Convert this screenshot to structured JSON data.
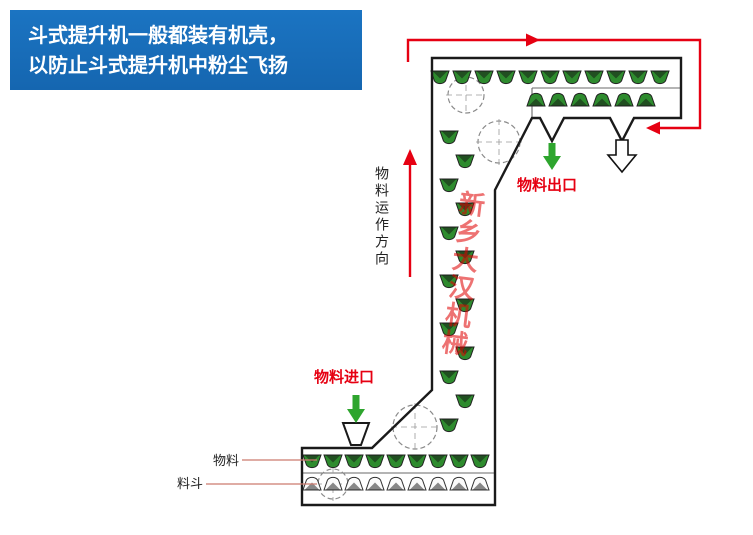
{
  "info_box": {
    "line1": "斗式提升机一般都装有机壳，",
    "line2": "以防止斗式提升机中粉尘飞扬"
  },
  "diagram": {
    "direction_label": "物料运作方向",
    "outlet_label": "物料出口",
    "inlet_label": "物料进口",
    "material_label": "物料",
    "bucket_label": "料斗",
    "watermark": "新乡大汉机械"
  },
  "colors": {
    "info_bg": "#1566b0",
    "arrow_red": "#e60012",
    "arrow_green": "#2ea52e",
    "bucket_green": "#2e8b2e",
    "outline": "#1a1a1a",
    "watermark_red": "#e00000"
  }
}
